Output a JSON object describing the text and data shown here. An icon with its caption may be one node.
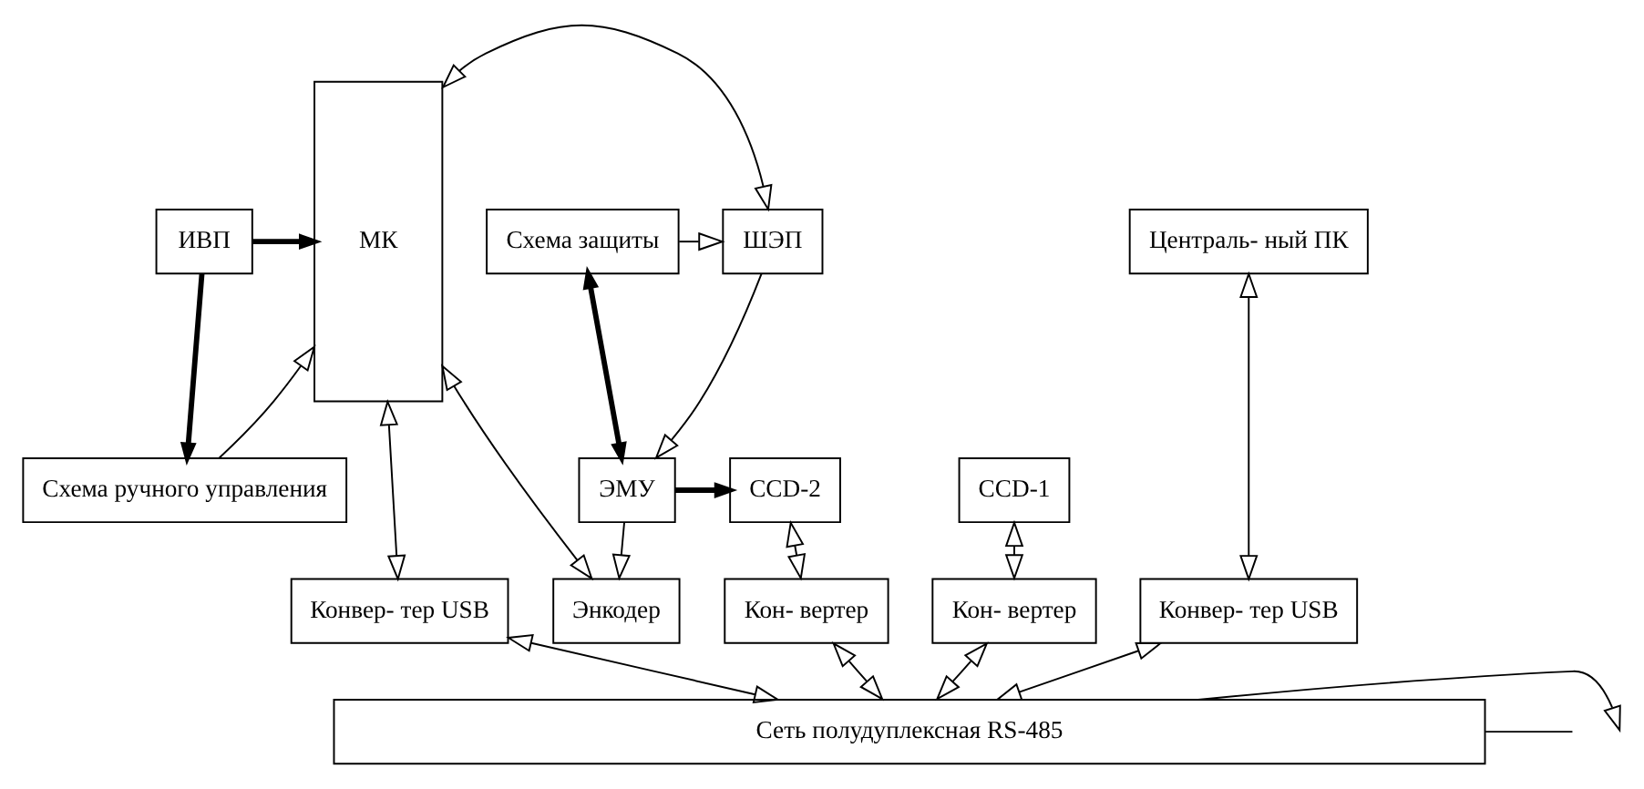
{
  "diagram": {
    "nodes": [
      {
        "text": [
          "ИВП"
        ]
      },
      {
        "text": [
          "МК"
        ]
      },
      {
        "text": [
          "ШЭП"
        ]
      },
      {
        "text": [
          "Схема защиты"
        ]
      },
      {
        "text": [
          "Централь- ный ПК"
        ]
      },
      {
        "text": [
          "Схема ручного управления"
        ]
      },
      {
        "text": [
          "ЭМУ"
        ]
      },
      {
        "text": [
          "CCD-2"
        ]
      },
      {
        "text": [
          "CCD-1"
        ]
      },
      {
        "text": [
          "Конвер- тер USB"
        ]
      },
      {
        "text": [
          "Энкодер"
        ]
      },
      {
        "text": [
          "Кон- вертер"
        ]
      },
      {
        "text": [
          "Кон- вертер"
        ]
      },
      {
        "text": [
          "Конвер- тер USB"
        ]
      },
      {
        "text": [
          "Сеть полудуплексная RS-485"
        ]
      }
    ],
    "edges": [
      {
        "from": 0,
        "to": 1,
        "arrow": "to",
        "style": "thick"
      },
      {
        "from": 0,
        "to": 5,
        "arrow": "to",
        "style": "thick"
      },
      {
        "from": 5,
        "to": 1,
        "arrow": "to"
      },
      {
        "from": 1,
        "to": 2,
        "arrow": "both"
      },
      {
        "from": 3,
        "to": 2,
        "arrow": "to"
      },
      {
        "from": 2,
        "to": 6,
        "arrow": "to"
      },
      {
        "from": 3,
        "to": 6,
        "arrow": "both",
        "style": "thick"
      },
      {
        "from": 6,
        "to": 7,
        "arrow": "to",
        "style": "thick"
      },
      {
        "from": 6,
        "to": 10,
        "arrow": "to"
      },
      {
        "from": 1,
        "to": 10,
        "arrow": "both"
      },
      {
        "from": 1,
        "to": 9,
        "arrow": "both"
      },
      {
        "from": 7,
        "to": 11,
        "arrow": "both"
      },
      {
        "from": 8,
        "to": 12,
        "arrow": "both"
      },
      {
        "from": 4,
        "to": 13,
        "arrow": "both"
      },
      {
        "from": 9,
        "to": 14,
        "arrow": "both"
      },
      {
        "from": 11,
        "to": 14,
        "arrow": "both"
      },
      {
        "from": 12,
        "to": 14,
        "arrow": "both"
      },
      {
        "from": 13,
        "to": 14,
        "arrow": "both"
      },
      {
        "from": 14,
        "to": null,
        "arrow": "to"
      },
      {
        "from": 14,
        "to": null,
        "arrow": "none"
      }
    ]
  }
}
